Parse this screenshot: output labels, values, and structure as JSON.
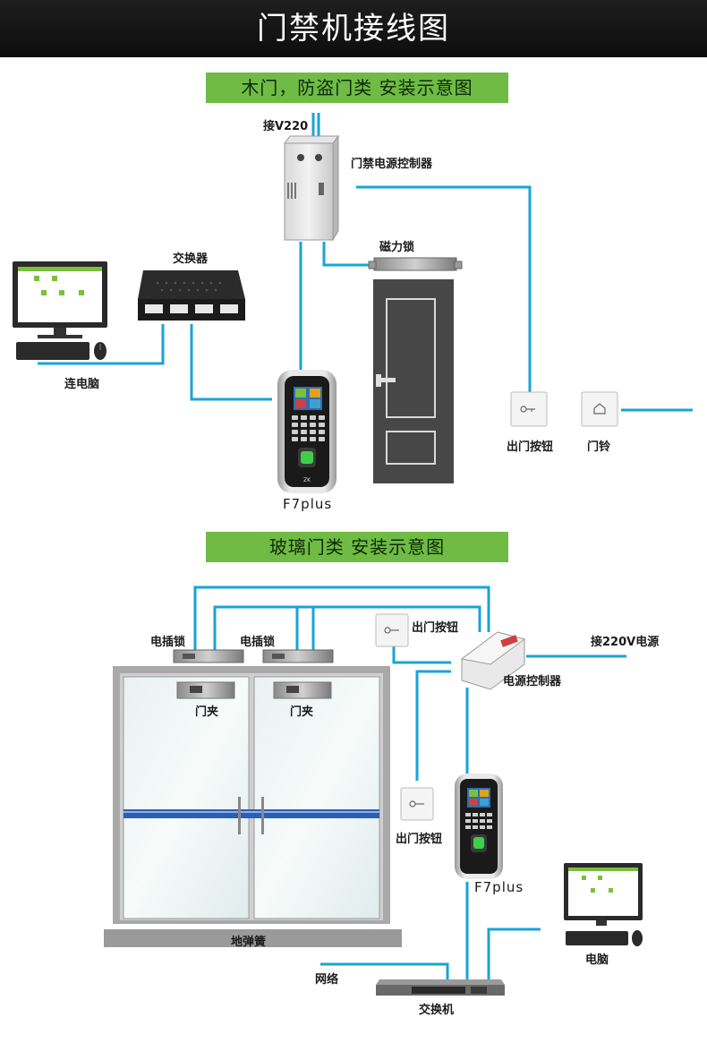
{
  "header": {
    "title": "门禁机接线图"
  },
  "section1": {
    "banner": "木门，防盗门类 安装示意图",
    "labels": {
      "power_input": "接V220",
      "power_controller": "门禁电源控制器",
      "switch": "交换器",
      "magnetic_lock": "磁力锁",
      "computer": "连电脑",
      "device": "F7plus",
      "exit_button": "出门按钮",
      "doorbell": "门铃"
    }
  },
  "section2": {
    "banner": "玻璃门类 安装示意图",
    "labels": {
      "bolt_lock_left": "电插锁",
      "bolt_lock_right": "电插锁",
      "exit_button_top": "出门按钮",
      "power_220": "接220V电源",
      "power_controller": "电源控制器",
      "door_clip_left": "门夹",
      "door_clip_right": "门夹",
      "exit_button_mid": "出门按钮",
      "device": "F7plus",
      "floor_spring": "地弹簧",
      "network": "网络",
      "switch": "交换机",
      "computer": "电脑"
    }
  },
  "colors": {
    "wire": "#1aa3d6",
    "banner": "#6fbb44",
    "header": "#141414"
  },
  "icons": {
    "power_box": "power-controller-icon",
    "switch": "network-switch-icon",
    "computer": "computer-icon",
    "terminal": "fingerprint-terminal-icon",
    "door": "door-icon",
    "lock": "magnetic-lock-icon",
    "button": "exit-button-icon",
    "bell": "doorbell-icon"
  }
}
